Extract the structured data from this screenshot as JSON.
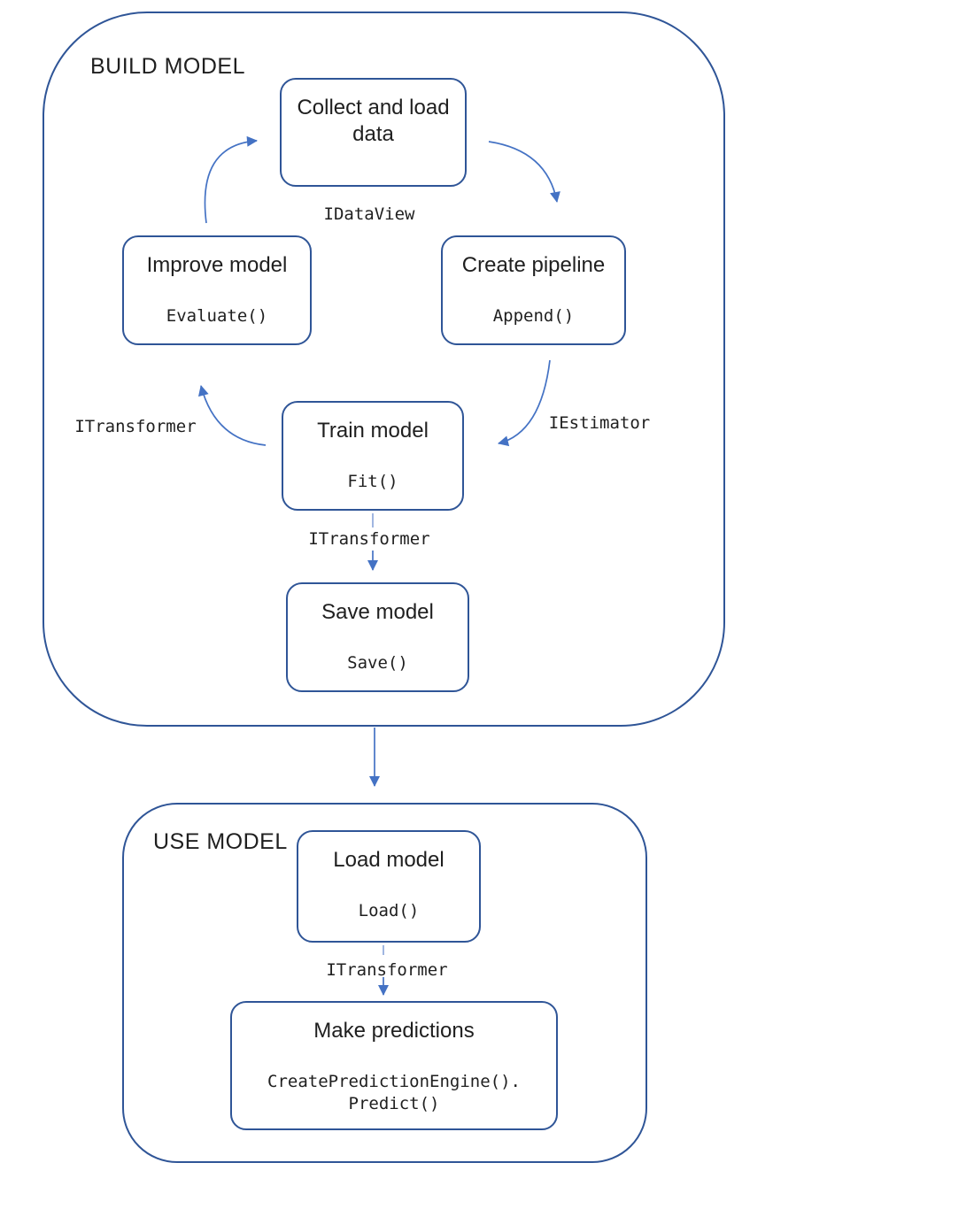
{
  "colors": {
    "border": "#2F5597",
    "arrow": "#4472C4",
    "connector_dash": "#8FAADC",
    "text": "#1f1f1f"
  },
  "groups": {
    "build": {
      "label": "BUILD MODEL"
    },
    "use": {
      "label": "USE MODEL"
    }
  },
  "nodes": {
    "collect": {
      "title_line1": "Collect and load",
      "title_line2": "data"
    },
    "create": {
      "title": "Create pipeline",
      "code": "Append()"
    },
    "train": {
      "title": "Train model",
      "code": "Fit()"
    },
    "improve": {
      "title": "Improve model",
      "code": "Evaluate()"
    },
    "save": {
      "title": "Save model",
      "code": "Save()"
    },
    "load": {
      "title": "Load model",
      "code": "Load()"
    },
    "predict": {
      "title": "Make predictions",
      "code_line1": "CreatePredictionEngine().",
      "code_line2": "Predict()"
    }
  },
  "edge_labels": {
    "idataview": "IDataView",
    "iestimator": "IEstimator",
    "itransformer_loop": "ITransformer",
    "itransformer_save": "ITransformer",
    "itransformer_use": "ITransformer"
  }
}
